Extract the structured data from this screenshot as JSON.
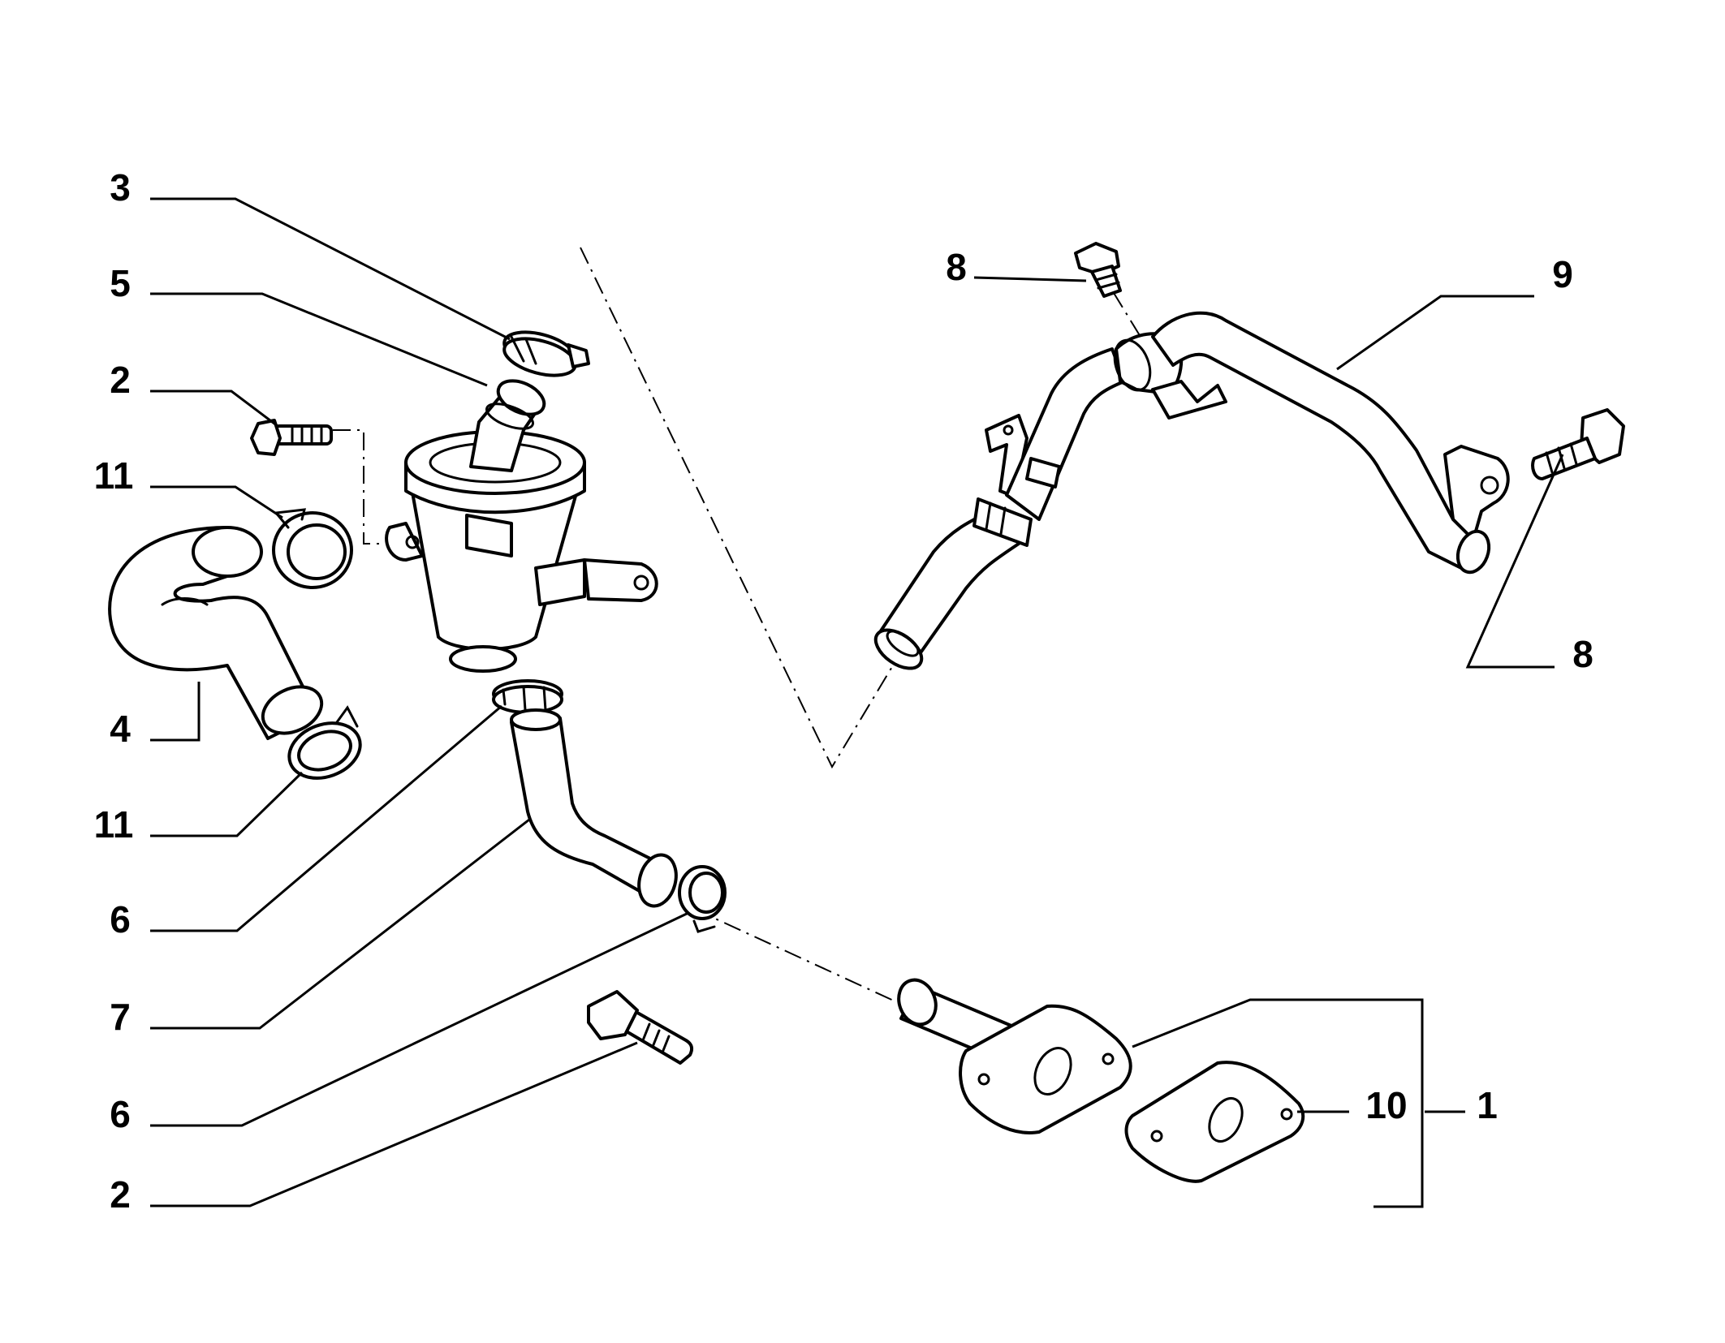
{
  "callouts": [
    {
      "id": "c3",
      "label": "3"
    },
    {
      "id": "c5",
      "label": "5"
    },
    {
      "id": "c2a",
      "label": "2"
    },
    {
      "id": "c11a",
      "label": "11"
    },
    {
      "id": "c4",
      "label": "4"
    },
    {
      "id": "c11b",
      "label": "11"
    },
    {
      "id": "c6a",
      "label": "6"
    },
    {
      "id": "c7",
      "label": "7"
    },
    {
      "id": "c6b",
      "label": "6"
    },
    {
      "id": "c2b",
      "label": "2"
    },
    {
      "id": "c8a",
      "label": "8"
    },
    {
      "id": "c9",
      "label": "9"
    },
    {
      "id": "c8b",
      "label": "8"
    },
    {
      "id": "c10",
      "label": "10"
    },
    {
      "id": "c1",
      "label": "1"
    }
  ]
}
